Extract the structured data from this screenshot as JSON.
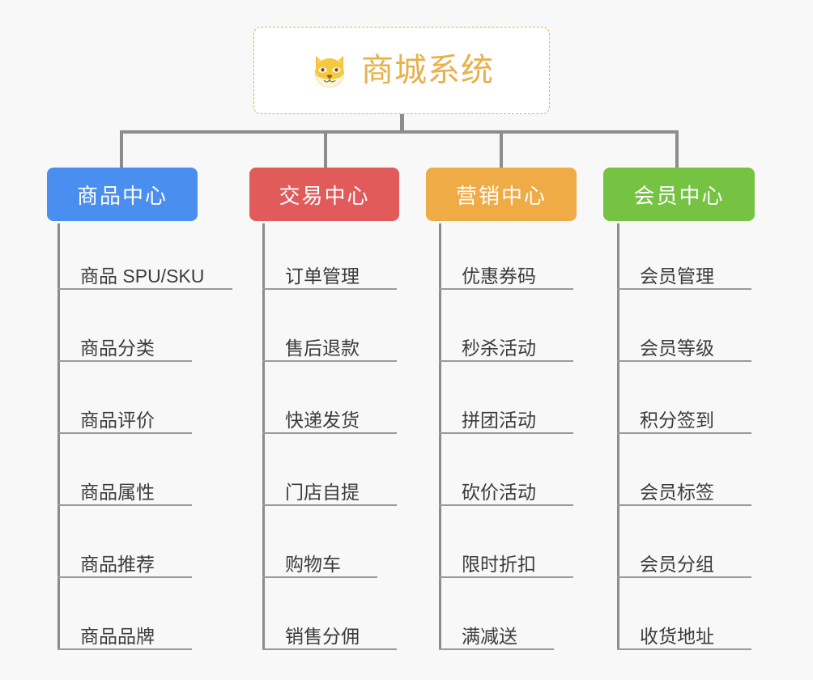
{
  "page": {
    "background_color": "#f8f8f8",
    "connector_color": "#8c8c8c",
    "leaf_text_color": "#3c3c3c",
    "leaf_rule_color": "#9a9a9a"
  },
  "root": {
    "title": "商城系统",
    "icon": "shiba-dog-face-emoji",
    "text_color": "#e8b04b",
    "border_color": "#e8b04b",
    "background_color": "#ffffff"
  },
  "columns": [
    {
      "id": "product-center",
      "title": "商品中心",
      "color": "#4a8ef0",
      "items": [
        "商品 SPU/SKU",
        "商品分类",
        "商品评价",
        "商品属性",
        "商品推荐",
        "商品品牌"
      ]
    },
    {
      "id": "trade-center",
      "title": "交易中心",
      "color": "#e15b5b",
      "items": [
        "订单管理",
        "售后退款",
        "快递发货",
        "门店自提",
        "购物车",
        "销售分佣"
      ]
    },
    {
      "id": "marketing-center",
      "title": "营销中心",
      "color": "#eeab46",
      "items": [
        "优惠券码",
        "秒杀活动",
        "拼团活动",
        "砍价活动",
        "限时折扣",
        "满减送"
      ]
    },
    {
      "id": "member-center",
      "title": "会员中心",
      "color": "#76c344",
      "items": [
        "会员管理",
        "会员等级",
        "积分签到",
        "会员标签",
        "会员分组",
        "收货地址"
      ]
    }
  ]
}
